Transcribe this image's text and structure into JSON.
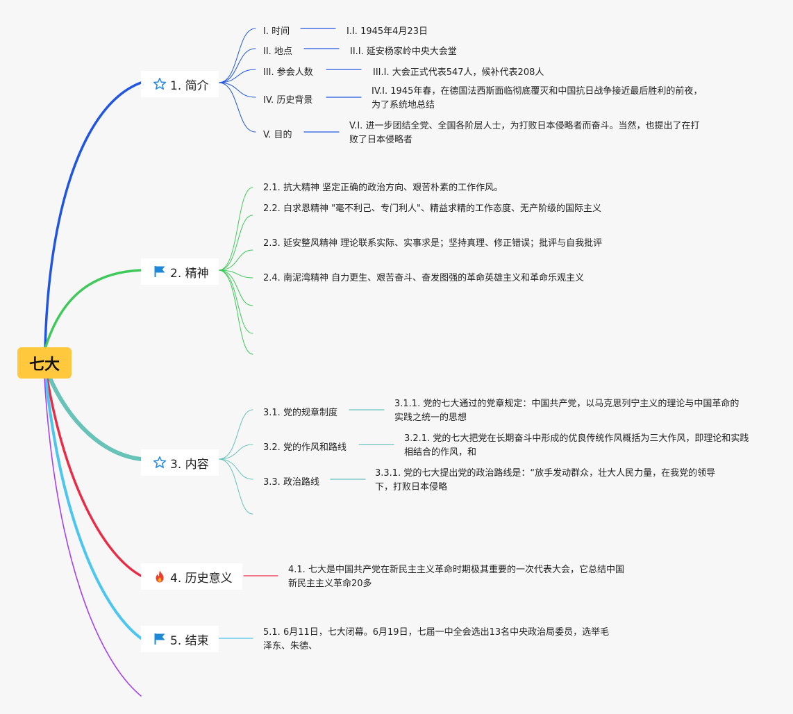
{
  "root": {
    "label": "七大",
    "color": "#ffc83d"
  },
  "topics": [
    {
      "id": "t1",
      "label": "1. 简介",
      "icon": "star-outline-icon",
      "color": "#1f55e0",
      "children": [
        {
          "label": "I. 时间",
          "detail": "I.I. 1945年4月23日"
        },
        {
          "label": "II. 地点",
          "detail": "II.I. 延安杨家岭中央大会堂"
        },
        {
          "label": "III. 参会人数",
          "detail": "III.I. 大会正式代表547人，候补代表208人"
        },
        {
          "label": "IV. 历史背景",
          "detail": "IV.I. 1945年春，在德国法西斯面临彻底覆灭和中国抗日战争接近最后胜利的前夜，为了系统地总结"
        },
        {
          "label": "V. 目的",
          "detail": "V.I. 进一步团结全党、全国各阶层人士，为打败日本侵略者而奋斗。当然，也提出了在打败了日本侵略者"
        }
      ]
    },
    {
      "id": "t2",
      "label": "2. 精神",
      "icon": "flag-icon",
      "color": "#3ec95a",
      "children": [
        {
          "text": "2.1. 抗大精神 坚定正确的政治方向、艰苦朴素的工作作风。"
        },
        {
          "text": "2.2. 白求恩精神 \"毫不利己、专门利人\"、精益求精的工作态度、无产阶级的国际主义"
        },
        {
          "text": "2.3. 延安整风精神 理论联系实际、实事求是；坚持真理、修正错误；批评与自我批评"
        },
        {
          "text": "2.4. 南泥湾精神 自力更生、艰苦奋斗、奋发图强的革命英雄主义和革命乐观主义"
        }
      ]
    },
    {
      "id": "t3",
      "label": "3. 内容",
      "icon": "star-outline-icon",
      "color": "#67c2b8",
      "children": [
        {
          "label": "3.1. 党的规章制度",
          "detail": "3.1.1. 党的七大通过的党章规定：中国共产党，以马克思列宁主义的理论与中国革命的实践之统一的思想"
        },
        {
          "label": "3.2. 党的作风和路线",
          "detail": "3.2.1. 党的七大把党在长期奋斗中形成的优良传统作风概括为三大作风，即理论和实践相结合的作风，和"
        },
        {
          "label": "3.3. 政治路线",
          "detail": "3.3.1. 党的七大提出党的政治路线是：“放手发动群众，壮大人民力量，在我党的领导下，打败日本侵略"
        }
      ]
    },
    {
      "id": "t4",
      "label": "4. 历史意义",
      "icon": "fire-icon",
      "color": "#ea2b45",
      "children": [
        {
          "text": "4.1. 七大是中国共产党在新民主主义革命时期极其重要的一次代表大会，它总结中国新民主主义革命20多"
        }
      ]
    },
    {
      "id": "t5",
      "label": "5. 结束",
      "icon": "flag-icon",
      "color": "#4cc6f0",
      "children": [
        {
          "text": "5.1. 6月11日，七大闭幕。6月19日，七届一中全会选出13名中央政治局委员，选举毛泽东、朱德、"
        }
      ]
    }
  ],
  "extra_branch_color": "#a640f0"
}
